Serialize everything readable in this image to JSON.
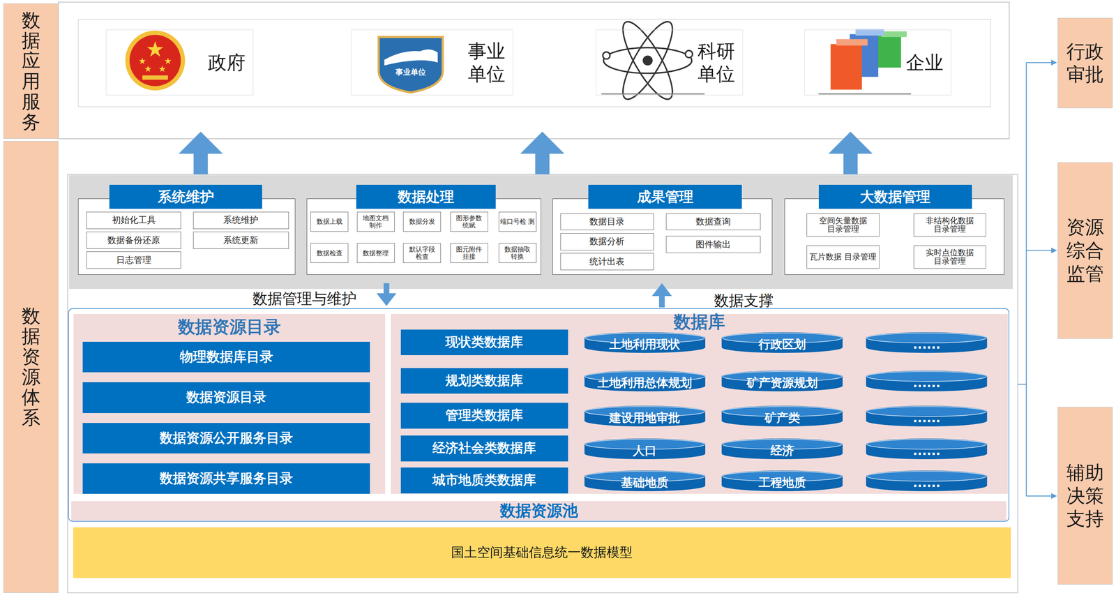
{
  "diagram": {
    "nodes": [
      {
        "text": [
          "数据应用服务"
        ]
      },
      {
        "text": [
          "政府"
        ]
      },
      {
        "text": [
          "事业 单位"
        ]
      },
      {
        "text": [
          "科研 单位"
        ]
      },
      {
        "text": [
          "企业"
        ]
      },
      {
        "text": [
          "行政 审批"
        ]
      },
      {
        "text": [
          "资源 综合 监管"
        ]
      },
      {
        "text": [
          "辅助 决策 支持"
        ]
      },
      {
        "text": [
          "数据资源体系"
        ]
      },
      {
        "text": [
          "系统维护"
        ]
      },
      {
        "text": [
          "初始化工具"
        ],
        "in": 9
      },
      {
        "text": [
          "系统维护"
        ],
        "in": 9
      },
      {
        "text": [
          "数据备份还原"
        ],
        "in": 9
      },
      {
        "text": [
          "系统更新"
        ],
        "in": 9
      },
      {
        "text": [
          "日志管理"
        ],
        "in": 9
      },
      {
        "text": [
          "数据处理"
        ]
      },
      {
        "text": [
          "数据上载"
        ],
        "in": 15
      },
      {
        "text": [
          "地图文档 制作"
        ],
        "in": 15
      },
      {
        "text": [
          "数据分发"
        ],
        "in": 15
      },
      {
        "text": [
          "图形参数 统赋"
        ],
        "in": 15
      },
      {
        "text": [
          "端口号检 测"
        ],
        "in": 15
      },
      {
        "text": [
          "数据检查"
        ],
        "in": 15
      },
      {
        "text": [
          "数据整理"
        ],
        "in": 15
      },
      {
        "text": [
          "默认字段 检查"
        ],
        "in": 15
      },
      {
        "text": [
          "图元附件 挂接"
        ],
        "in": 15
      },
      {
        "text": [
          "数据抽取 转换"
        ],
        "in": 15
      },
      {
        "text": [
          "成果管理"
        ]
      },
      {
        "text": [
          "数据目录"
        ],
        "in": 26
      },
      {
        "text": [
          "数据查询"
        ],
        "in": 26
      },
      {
        "text": [
          "数据分析"
        ],
        "in": 26
      },
      {
        "text": [
          "图件输出"
        ],
        "in": 26
      },
      {
        "text": [
          "统计出表"
        ],
        "in": 26
      },
      {
        "text": [
          "大数据管理"
        ]
      },
      {
        "text": [
          "空间矢量数据 目录管理"
        ],
        "in": 32
      },
      {
        "text": [
          "非结构化数据 目录管理"
        ],
        "in": 32
      },
      {
        "text": [
          "瓦片数据 目录管理"
        ],
        "in": 32
      },
      {
        "text": [
          "实时点位数据 目录管理"
        ],
        "in": 32
      },
      {
        "text": [
          "数据资源池"
        ]
      },
      {
        "text": [
          "数据资源目录"
        ],
        "in": 37
      },
      {
        "text": [
          "物理数据库目录"
        ],
        "in": 38
      },
      {
        "text": [
          "数据资源目录"
        ],
        "in": 38
      },
      {
        "text": [
          "数据资源公开服务目录"
        ],
        "in": 38
      },
      {
        "text": [
          "数据资源共享服务目录"
        ],
        "in": 38
      },
      {
        "text": [
          "数据库"
        ],
        "in": 37
      },
      {
        "text": [
          "现状类数据库"
        ],
        "in": 43
      },
      {
        "text": [
          "土地利用现状"
        ],
        "in": 43
      },
      {
        "text": [
          "行政区划"
        ],
        "in": 43
      },
      {
        "text": [
          "......"
        ],
        "in": 43
      },
      {
        "text": [
          "规划类数据库"
        ],
        "in": 43
      },
      {
        "text": [
          "土地利用总体规划"
        ],
        "in": 43
      },
      {
        "text": [
          "矿产资源规划"
        ],
        "in": 43
      },
      {
        "text": [
          "......"
        ],
        "in": 43
      },
      {
        "text": [
          "管理类数据库"
        ],
        "in": 43
      },
      {
        "text": [
          "建设用地审批"
        ],
        "in": 43
      },
      {
        "text": [
          "矿产类"
        ],
        "in": 43
      },
      {
        "text": [
          "......"
        ],
        "in": 43
      },
      {
        "text": [
          "经济社会类数据库"
        ],
        "in": 43
      },
      {
        "text": [
          "人口"
        ],
        "in": 43
      },
      {
        "text": [
          "经济"
        ],
        "in": 43
      },
      {
        "text": [
          "......"
        ],
        "in": 43
      },
      {
        "text": [
          "城市地质类数据库"
        ],
        "in": 43
      },
      {
        "text": [
          "基础地质"
        ],
        "in": 43
      },
      {
        "text": [
          "工程地质"
        ],
        "in": 43
      },
      {
        "text": [
          "......"
        ],
        "in": 43
      },
      {
        "text": [
          "国土空间基础信息统一数据模型"
        ]
      }
    ],
    "labels": [
      "事业单位",
      "数据管理与维护",
      "数据支撑"
    ]
  }
}
